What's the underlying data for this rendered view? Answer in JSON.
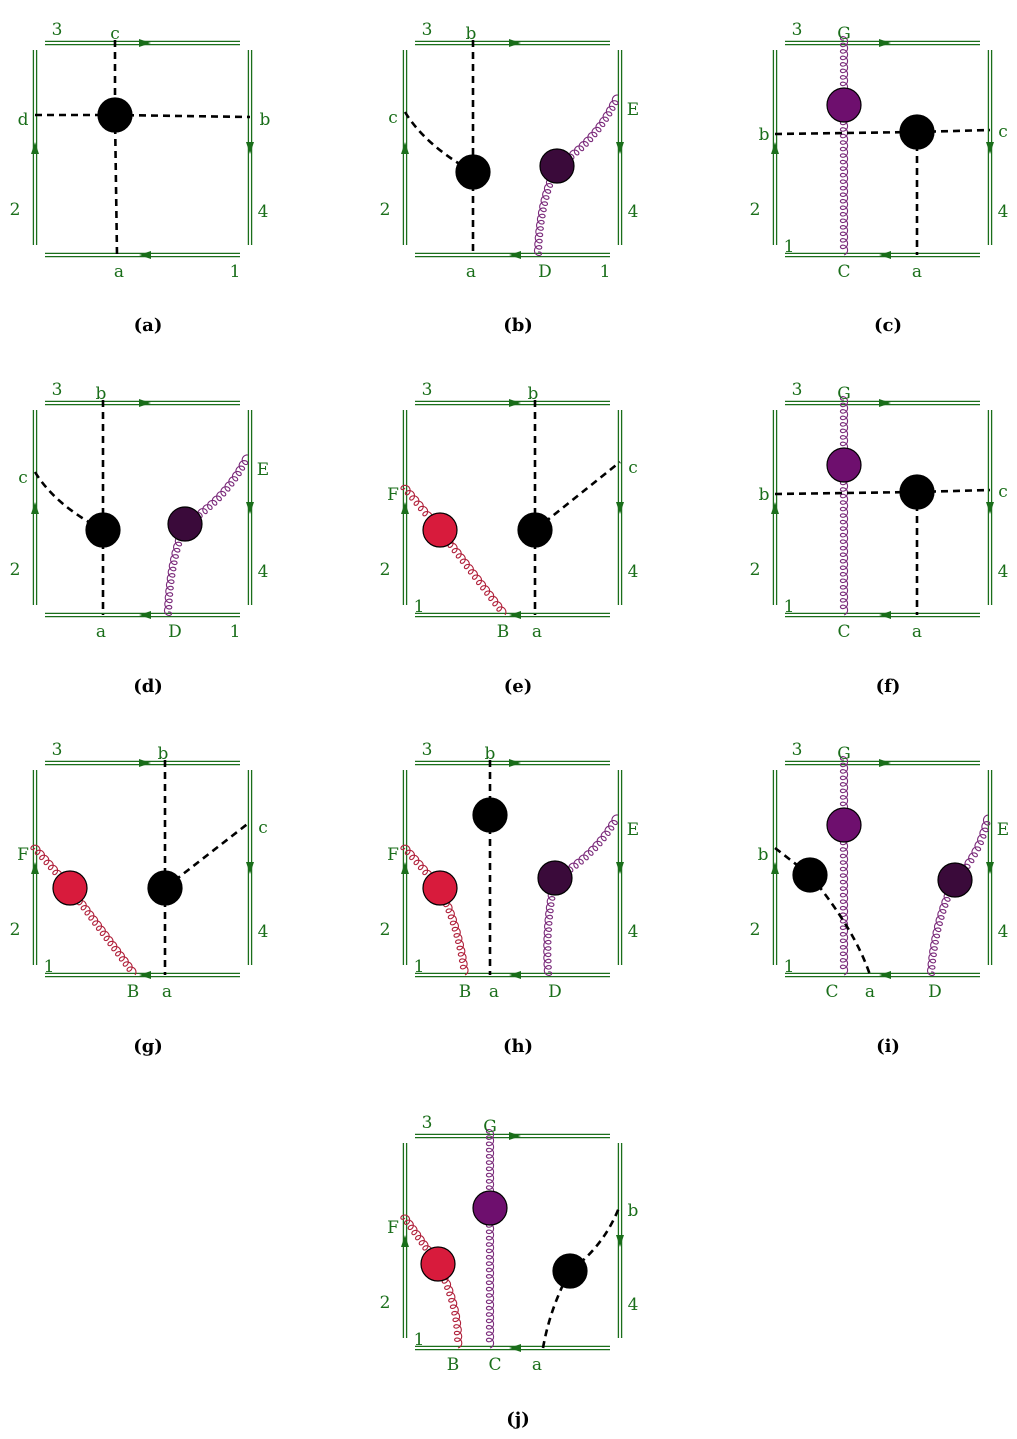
{
  "colors": {
    "frame": "#1a6e1a",
    "scalar": "#000000",
    "blob_black": "#000000",
    "blob_red": "#d81b3c",
    "blob_purple": "#6e0f6e",
    "blob_darkpurple": "#3a0a3a",
    "gluon_purple": "#7a2a7a",
    "gluon_red": "#b0203a"
  },
  "panels": [
    {
      "caption": "(a)",
      "frame_labels": {
        "top": "3",
        "left": "2",
        "right": "4",
        "bottom": "1"
      },
      "lines": [
        {
          "kind": "scalar",
          "label": "c"
        },
        {
          "kind": "scalar",
          "label": "d"
        },
        {
          "kind": "scalar",
          "label": "b"
        },
        {
          "kind": "scalar",
          "label": "a"
        }
      ],
      "blobs": [
        {
          "color": "black"
        }
      ]
    },
    {
      "caption": "(b)",
      "frame_labels": {
        "top": "3",
        "left": "2",
        "right": "4",
        "bottom": "1"
      },
      "lines": [
        {
          "kind": "scalar",
          "label": "b"
        },
        {
          "kind": "scalar",
          "label": "c"
        },
        {
          "kind": "scalar",
          "label": "a"
        },
        {
          "kind": "gluon",
          "label": "E"
        },
        {
          "kind": "gluon",
          "label": "D"
        }
      ],
      "blobs": [
        {
          "color": "black"
        },
        {
          "color": "darkpurple"
        }
      ]
    },
    {
      "caption": "(c)",
      "frame_labels": {
        "top": "3",
        "left": "2",
        "right": "4",
        "bottom": "1"
      },
      "lines": [
        {
          "kind": "gluon",
          "label": "G"
        },
        {
          "kind": "gluon",
          "label": "C"
        },
        {
          "kind": "scalar",
          "label": "b"
        },
        {
          "kind": "scalar",
          "label": "c"
        },
        {
          "kind": "scalar",
          "label": "a"
        }
      ],
      "blobs": [
        {
          "color": "purple"
        },
        {
          "color": "black"
        }
      ]
    },
    {
      "caption": "(d)",
      "frame_labels": {
        "top": "3",
        "left": "2",
        "right": "4",
        "bottom": "1"
      },
      "lines": [
        {
          "kind": "scalar",
          "label": "b"
        },
        {
          "kind": "scalar",
          "label": "c"
        },
        {
          "kind": "scalar",
          "label": "a"
        },
        {
          "kind": "gluon",
          "label": "E"
        },
        {
          "kind": "gluon",
          "label": "D"
        }
      ],
      "blobs": [
        {
          "color": "black"
        },
        {
          "color": "darkpurple"
        }
      ]
    },
    {
      "caption": "(e)",
      "frame_labels": {
        "top": "3",
        "left": "2",
        "right": "4",
        "bottom": "1"
      },
      "lines": [
        {
          "kind": "scalar",
          "label": "b"
        },
        {
          "kind": "scalar",
          "label": "c"
        },
        {
          "kind": "scalar",
          "label": "a"
        },
        {
          "kind": "gluon",
          "label": "F"
        },
        {
          "kind": "gluon",
          "label": "B"
        }
      ],
      "blobs": [
        {
          "color": "red"
        },
        {
          "color": "black"
        }
      ]
    },
    {
      "caption": "(f)",
      "frame_labels": {
        "top": "3",
        "left": "2",
        "right": "4",
        "bottom": "1"
      },
      "lines": [
        {
          "kind": "gluon",
          "label": "G"
        },
        {
          "kind": "gluon",
          "label": "C"
        },
        {
          "kind": "scalar",
          "label": "b"
        },
        {
          "kind": "scalar",
          "label": "c"
        },
        {
          "kind": "scalar",
          "label": "a"
        }
      ],
      "blobs": [
        {
          "color": "purple"
        },
        {
          "color": "black"
        }
      ]
    },
    {
      "caption": "(g)",
      "frame_labels": {
        "top": "3",
        "left": "2",
        "right": "4",
        "bottom": "1"
      },
      "lines": [
        {
          "kind": "scalar",
          "label": "b"
        },
        {
          "kind": "scalar",
          "label": "c"
        },
        {
          "kind": "scalar",
          "label": "a"
        },
        {
          "kind": "gluon",
          "label": "F"
        },
        {
          "kind": "gluon",
          "label": "B"
        }
      ],
      "blobs": [
        {
          "color": "red"
        },
        {
          "color": "black"
        }
      ]
    },
    {
      "caption": "(h)",
      "frame_labels": {
        "top": "3",
        "left": "2",
        "right": "4",
        "bottom": "1"
      },
      "lines": [
        {
          "kind": "scalar",
          "label": "b"
        },
        {
          "kind": "scalar",
          "label": "a"
        },
        {
          "kind": "gluon",
          "label": "F"
        },
        {
          "kind": "gluon",
          "label": "B"
        },
        {
          "kind": "gluon",
          "label": "E"
        },
        {
          "kind": "gluon",
          "label": "D"
        }
      ],
      "blobs": [
        {
          "color": "black"
        },
        {
          "color": "red"
        },
        {
          "color": "darkpurple"
        }
      ]
    },
    {
      "caption": "(i)",
      "frame_labels": {
        "top": "3",
        "left": "2",
        "right": "4",
        "bottom": "1"
      },
      "lines": [
        {
          "kind": "gluon",
          "label": "G"
        },
        {
          "kind": "gluon",
          "label": "C"
        },
        {
          "kind": "scalar",
          "label": "b"
        },
        {
          "kind": "scalar",
          "label": "a"
        },
        {
          "kind": "gluon",
          "label": "E"
        },
        {
          "kind": "gluon",
          "label": "D"
        }
      ],
      "blobs": [
        {
          "color": "purple"
        },
        {
          "color": "black"
        },
        {
          "color": "darkpurple"
        }
      ]
    },
    {
      "caption": "(j)",
      "frame_labels": {
        "top": "3",
        "left": "2",
        "right": "4",
        "bottom": "1"
      },
      "lines": [
        {
          "kind": "gluon",
          "label": "G"
        },
        {
          "kind": "gluon",
          "label": "C"
        },
        {
          "kind": "gluon",
          "label": "F"
        },
        {
          "kind": "gluon",
          "label": "B"
        },
        {
          "kind": "scalar",
          "label": "b"
        },
        {
          "kind": "scalar",
          "label": "a"
        }
      ],
      "blobs": [
        {
          "color": "purple"
        },
        {
          "color": "red"
        },
        {
          "color": "black"
        }
      ]
    }
  ]
}
